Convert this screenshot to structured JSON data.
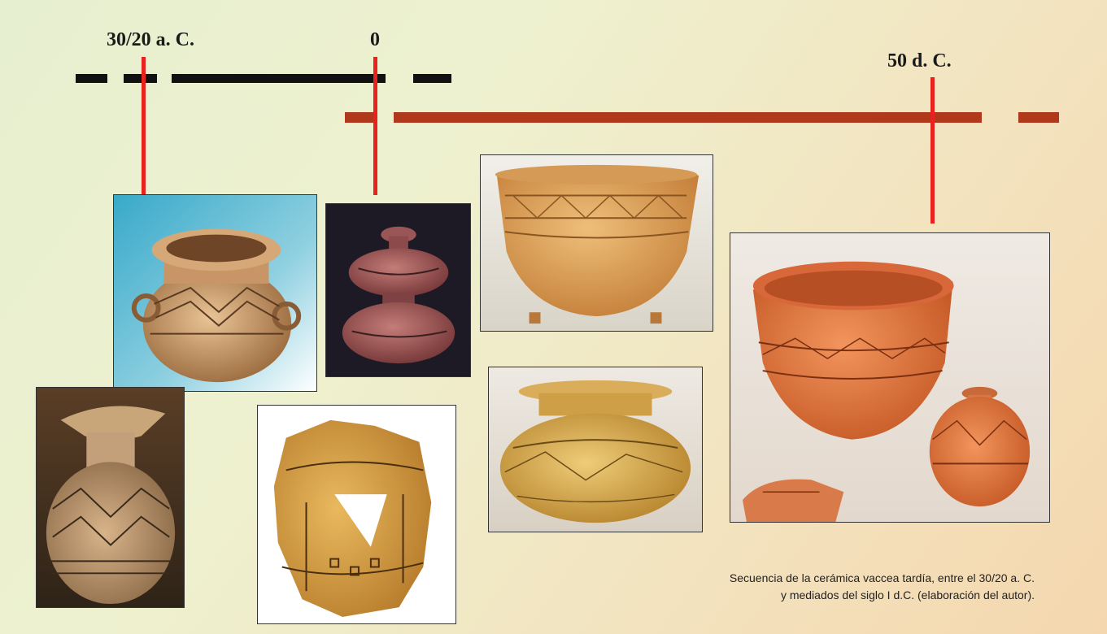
{
  "timeline": {
    "labels": {
      "start": "30/20 a. C.",
      "zero": "0",
      "end": "50 d. C."
    }
  },
  "caption": {
    "line1": "Secuencia de la cerámica vaccea tardía, entre el 30/20 a. C.",
    "line2": "y mediados del siglo I d.C. (elaboración del autor)."
  },
  "colors": {
    "background_start": "#e6efd0",
    "background_end": "#f4d7ae",
    "black_bar": "#111111",
    "brown_bar": "#b0381b",
    "marker_red": "#e8231d"
  },
  "photos": [
    "pot-with-ring-handles",
    "painted-jug-with-spout",
    "stacked-bulb-vessel",
    "painted-fragment-with-triangle-gap",
    "footed-bowl",
    "squat-decorated-pot",
    "orange-bowl-with-small-jar-and-sherd"
  ]
}
